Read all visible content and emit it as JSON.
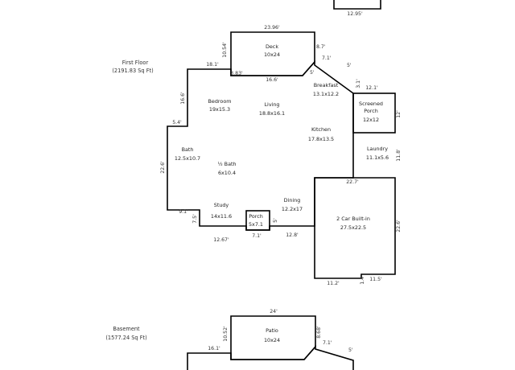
{
  "floors": {
    "first": {
      "name": "First Floor",
      "area": "(2191.83 Sq Ft)"
    },
    "basement": {
      "name": "Basement",
      "area": "(1577.24 Sq Ft)"
    }
  },
  "top_fragment": {
    "dim": "12.95'"
  },
  "rooms": {
    "deck": {
      "name": "Deck",
      "size": "10x24"
    },
    "breakfast": {
      "name": "Breakfast",
      "size": "13.1x12.2"
    },
    "bedroom": {
      "name": "Bedroom",
      "size": "19x15.3"
    },
    "living": {
      "name": "Living",
      "size": "18.8x16.1"
    },
    "screened_porch": {
      "line1": "Screened",
      "line2": "Porch",
      "size": "12x12"
    },
    "kitchen": {
      "name": "Kitchen",
      "size": "17.8x13.5"
    },
    "laundry": {
      "name": "Laundry",
      "size": "11.1x5.6"
    },
    "bath": {
      "name": "Bath",
      "size": "12.5x10.7"
    },
    "half_bath": {
      "name": "½ Bath",
      "size": "6x10.4"
    },
    "study": {
      "name": "Study",
      "size": "14x11.6"
    },
    "dining": {
      "name": "Dining",
      "size": "12.2x17"
    },
    "porch": {
      "name": "Porch",
      "size": "5x7.1"
    },
    "garage": {
      "name": "2 Car Built-in",
      "size": "27.5x22.5"
    },
    "patio": {
      "name": "Patio",
      "size": "10x24"
    }
  },
  "dims": {
    "deck_top": "23.96'",
    "deck_left": "10.54'",
    "deck_right": "8.7'",
    "deck_right2": "7.1'",
    "top_left_wall": "18.1'",
    "bedroom_ledge": "3.83'",
    "deck_bottom": "16.6'",
    "diag_small": "5'",
    "diag_small2": "5'",
    "breakfast_step": "3.1'",
    "screened_top": "12.1'",
    "screened_right": "12'",
    "bedroom_left": "16.6'",
    "notch": "5.4'",
    "left_wall": "22.6'",
    "laundry_right": "11.8'",
    "garage_top": "22.7'",
    "garage_right": "22.6'",
    "study_notch": "9.1'",
    "study_left": "7.5'",
    "porch_right": "5'",
    "bottom_left": "12.67'",
    "porch_bottom": "7.1'",
    "dining_bottom": "12.8'",
    "garage_bottom_left": "11.2'",
    "garage_bottom_right": "11.5'",
    "garage_step": "1.4'",
    "patio_top": "24'",
    "patio_left": "10.52'",
    "patio_right": "8.68'",
    "patio_right2": "7.1'",
    "basement_left": "16.1'",
    "patio_diag": "5'"
  }
}
